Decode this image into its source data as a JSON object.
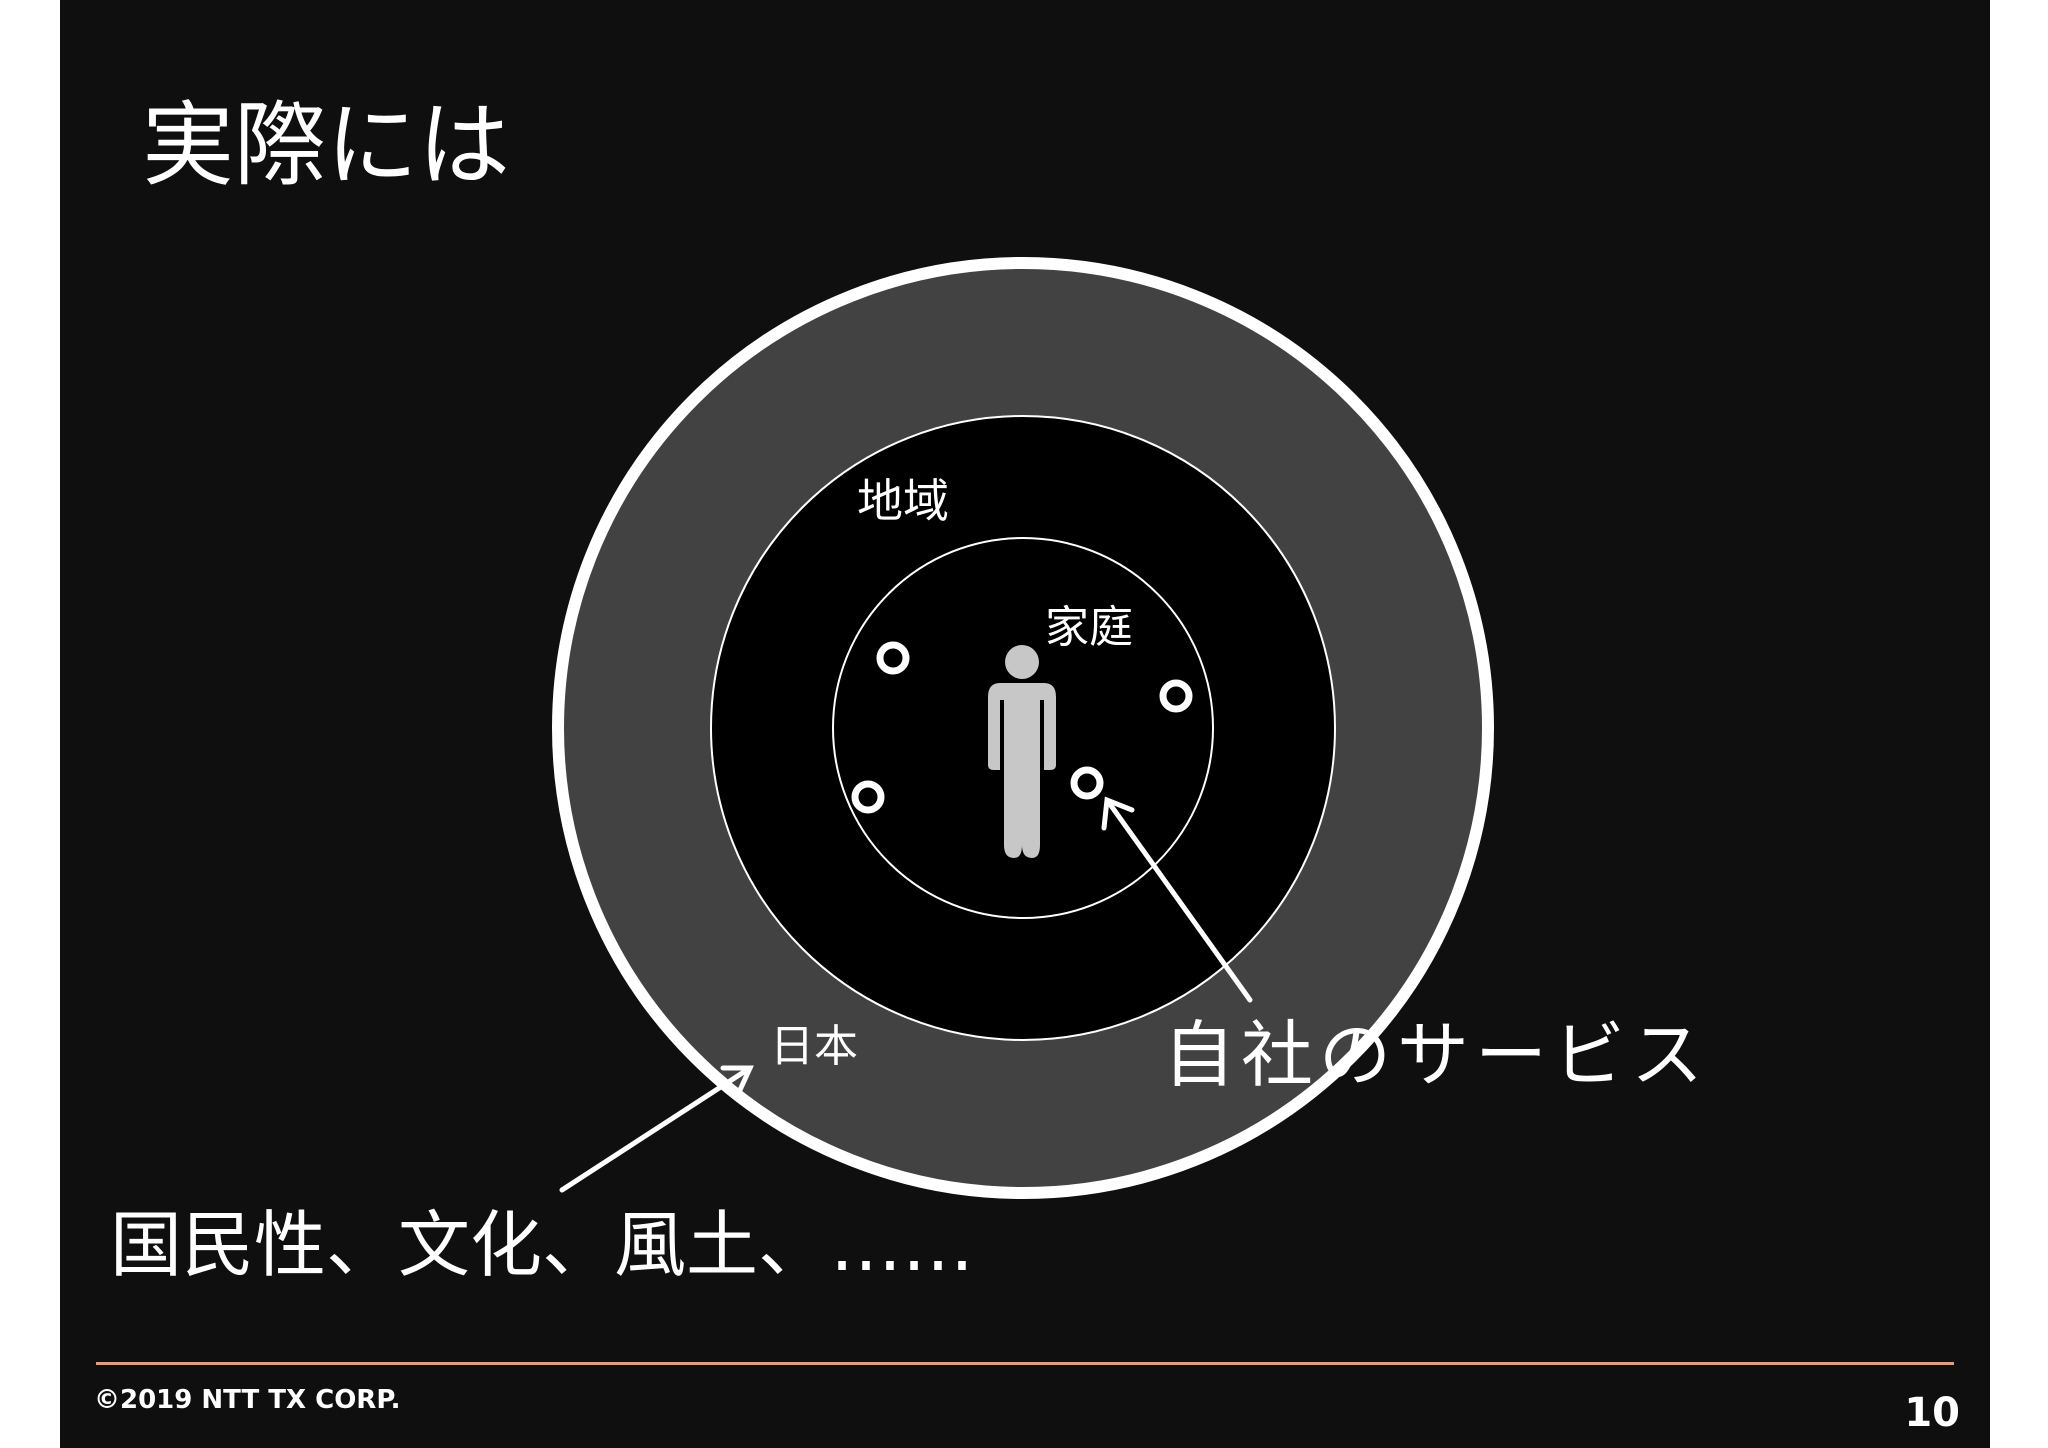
{
  "slide": {
    "title": "実際には",
    "labels": {
      "region": "地域",
      "household": "家庭",
      "japan": "日本",
      "company_service": "自社のサービス",
      "national_traits": "国民性、文化、風土、……"
    },
    "footer": {
      "copyright": "©2019 NTT TX CORP.",
      "page_number": "10"
    }
  },
  "colors": {
    "background": "#0f0f0f",
    "outer_ring": "#424242",
    "person": "#c7c7c7",
    "divider": "#d9a08a",
    "text": "#ffffff"
  },
  "icons": {
    "person": "person-icon",
    "service_marker": "circle-marker"
  }
}
